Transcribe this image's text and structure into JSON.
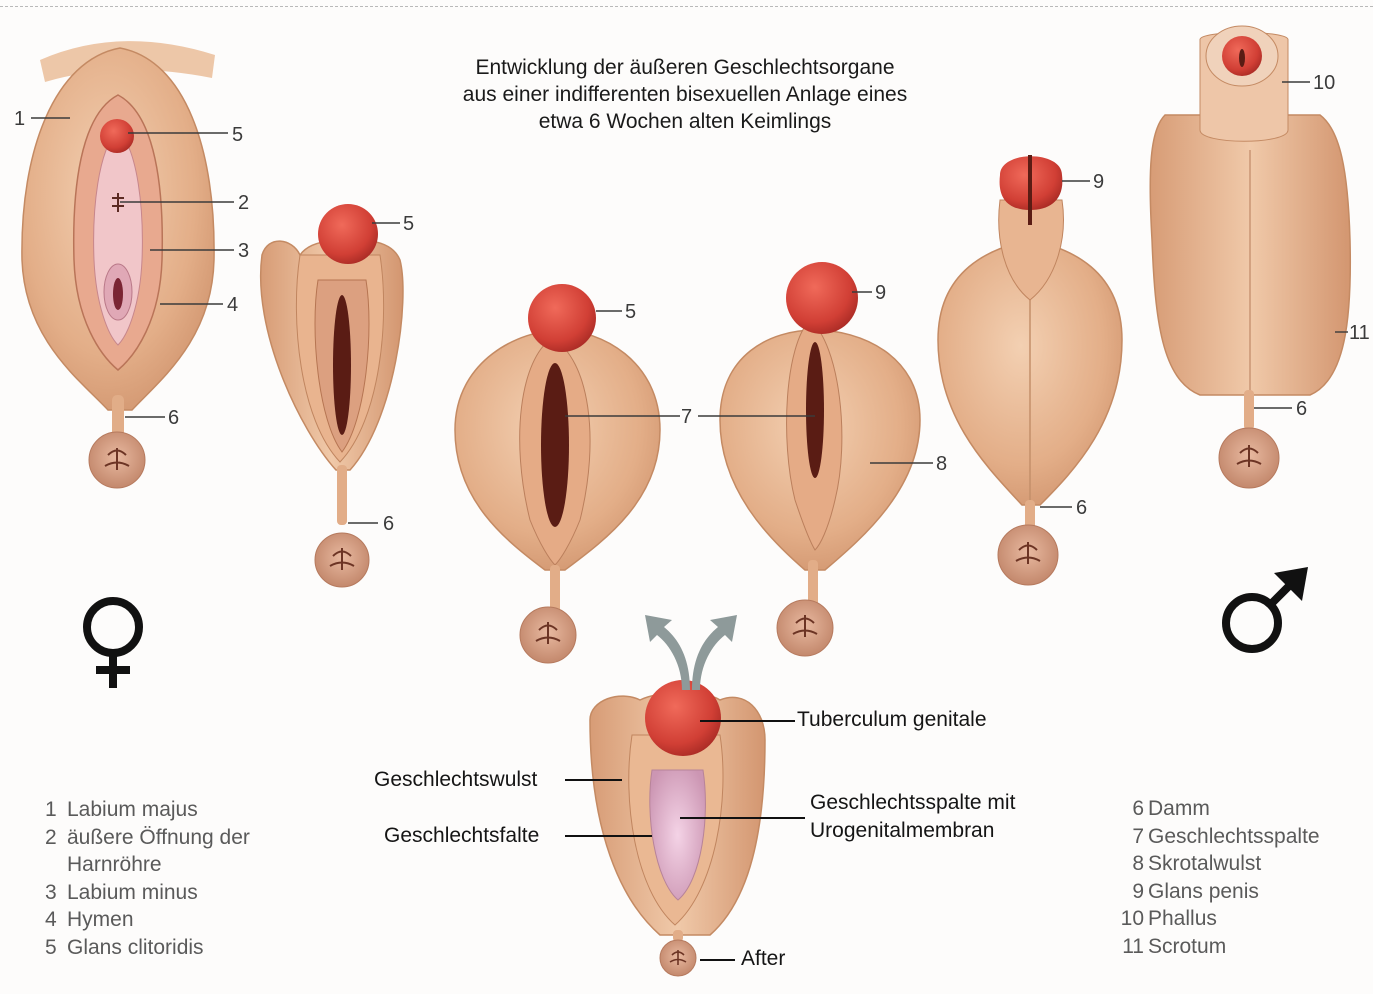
{
  "title_lines": [
    "Entwicklung der äußeren Geschlechtsorgane",
    "aus einer indifferenten bisexuellen Anlage eines",
    "etwa 6 Wochen alten Keimlings"
  ],
  "symbols": {
    "female": "♀",
    "male": "♂"
  },
  "callouts": {
    "n1": "1",
    "n2": "2",
    "n3": "3",
    "n4": "4",
    "n5": "5",
    "n6": "6",
    "n7": "7",
    "n8": "8",
    "n9": "9",
    "n10": "10",
    "n11": "11"
  },
  "central_labels": {
    "tuberculum": "Tuberculum genitale",
    "wulst": "Geschlechtswulst",
    "spalte_line1": "Geschlechtsspalte mit",
    "spalte_line2": "Urogenitalmembran",
    "falte": "Geschlechtsfalte",
    "after": "After"
  },
  "legend_left": [
    {
      "num": "1",
      "text": "Labium majus"
    },
    {
      "num": "2",
      "text": "äußere Öffnung der"
    },
    {
      "num": "",
      "text": "Harnröhre"
    },
    {
      "num": "3",
      "text": "Labium minus"
    },
    {
      "num": "4",
      "text": "Hymen"
    },
    {
      "num": "5",
      "text": "Glans clitoridis"
    }
  ],
  "legend_right": [
    {
      "num": "6",
      "text": "Damm"
    },
    {
      "num": "7",
      "text": "Geschlechtsspalte"
    },
    {
      "num": "8",
      "text": "Skrotalwulst"
    },
    {
      "num": "9",
      "text": "Glans penis"
    },
    {
      "num": "10",
      "text": "Phallus"
    },
    {
      "num": "11",
      "text": "Scrotum"
    }
  ],
  "colors": {
    "skin": "#e6b894",
    "skin_dark": "#c98e68",
    "glans": "#d4403a",
    "cleft": "#5a1c14",
    "membrane": "#e2b3cf",
    "arrow_grey": "#8e9a9a",
    "symbol": "#111111"
  }
}
